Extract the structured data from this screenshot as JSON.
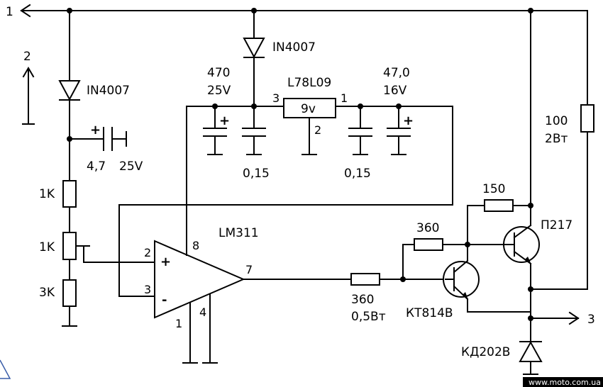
{
  "terminals": {
    "t1": "1",
    "t2": "2",
    "t3": "3"
  },
  "diodes": {
    "d1": "IN4007",
    "d2": "IN4007",
    "d3": "КД202В"
  },
  "capacitors": {
    "c1_value": "4,7",
    "c1_voltage": "25V",
    "c2_value": "470",
    "c2_voltage": "25V",
    "c3_value": "0,15",
    "c4_value": "0,15",
    "c5_value": "47,0",
    "c5_voltage": "16V",
    "plus": "+"
  },
  "regulator": {
    "name": "L78L09",
    "body": "9v",
    "pin_in": "3",
    "pin_out": "1",
    "pin_gnd": "2"
  },
  "resistors": {
    "r1": "1K",
    "r2": "1K",
    "r3": "3K",
    "r_base": "360",
    "r_base_power": "0,5Вт",
    "r_bias": "360",
    "r_150": "150",
    "r_load": "100",
    "r_load_power": "2Вт"
  },
  "opamp": {
    "name": "LM311",
    "pin2": "2",
    "pin3": "3",
    "pin8": "8",
    "pin7": "7",
    "pin1": "1",
    "pin4": "4",
    "plus": "+",
    "minus": "-"
  },
  "transistors": {
    "q1": "КТ814В",
    "q2": "П217"
  },
  "watermark": "www.moto.com.ua"
}
